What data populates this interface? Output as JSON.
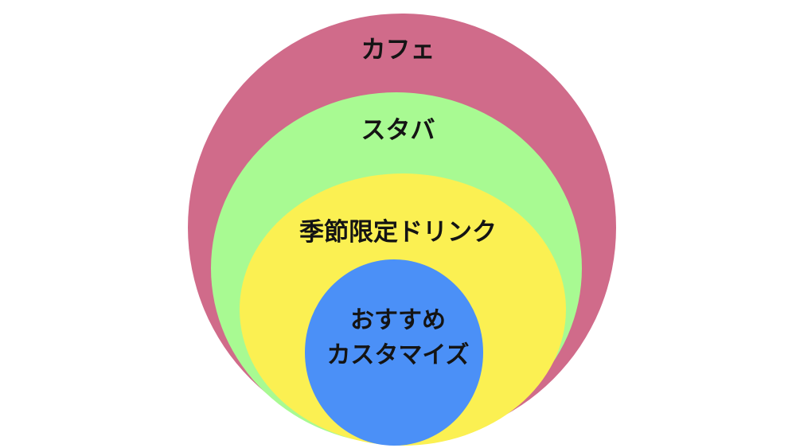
{
  "diagram": {
    "type": "nested-circles",
    "levels": [
      {
        "label": "カフェ",
        "color": "#D06B8A"
      },
      {
        "label": "スタバ",
        "color": "#A8FA92"
      },
      {
        "label": "季節限定ドリンク",
        "color": "#FBF052"
      },
      {
        "label_lines": [
          "おすすめ",
          "カスタマイズ"
        ],
        "color": "#4B90F7"
      }
    ]
  }
}
